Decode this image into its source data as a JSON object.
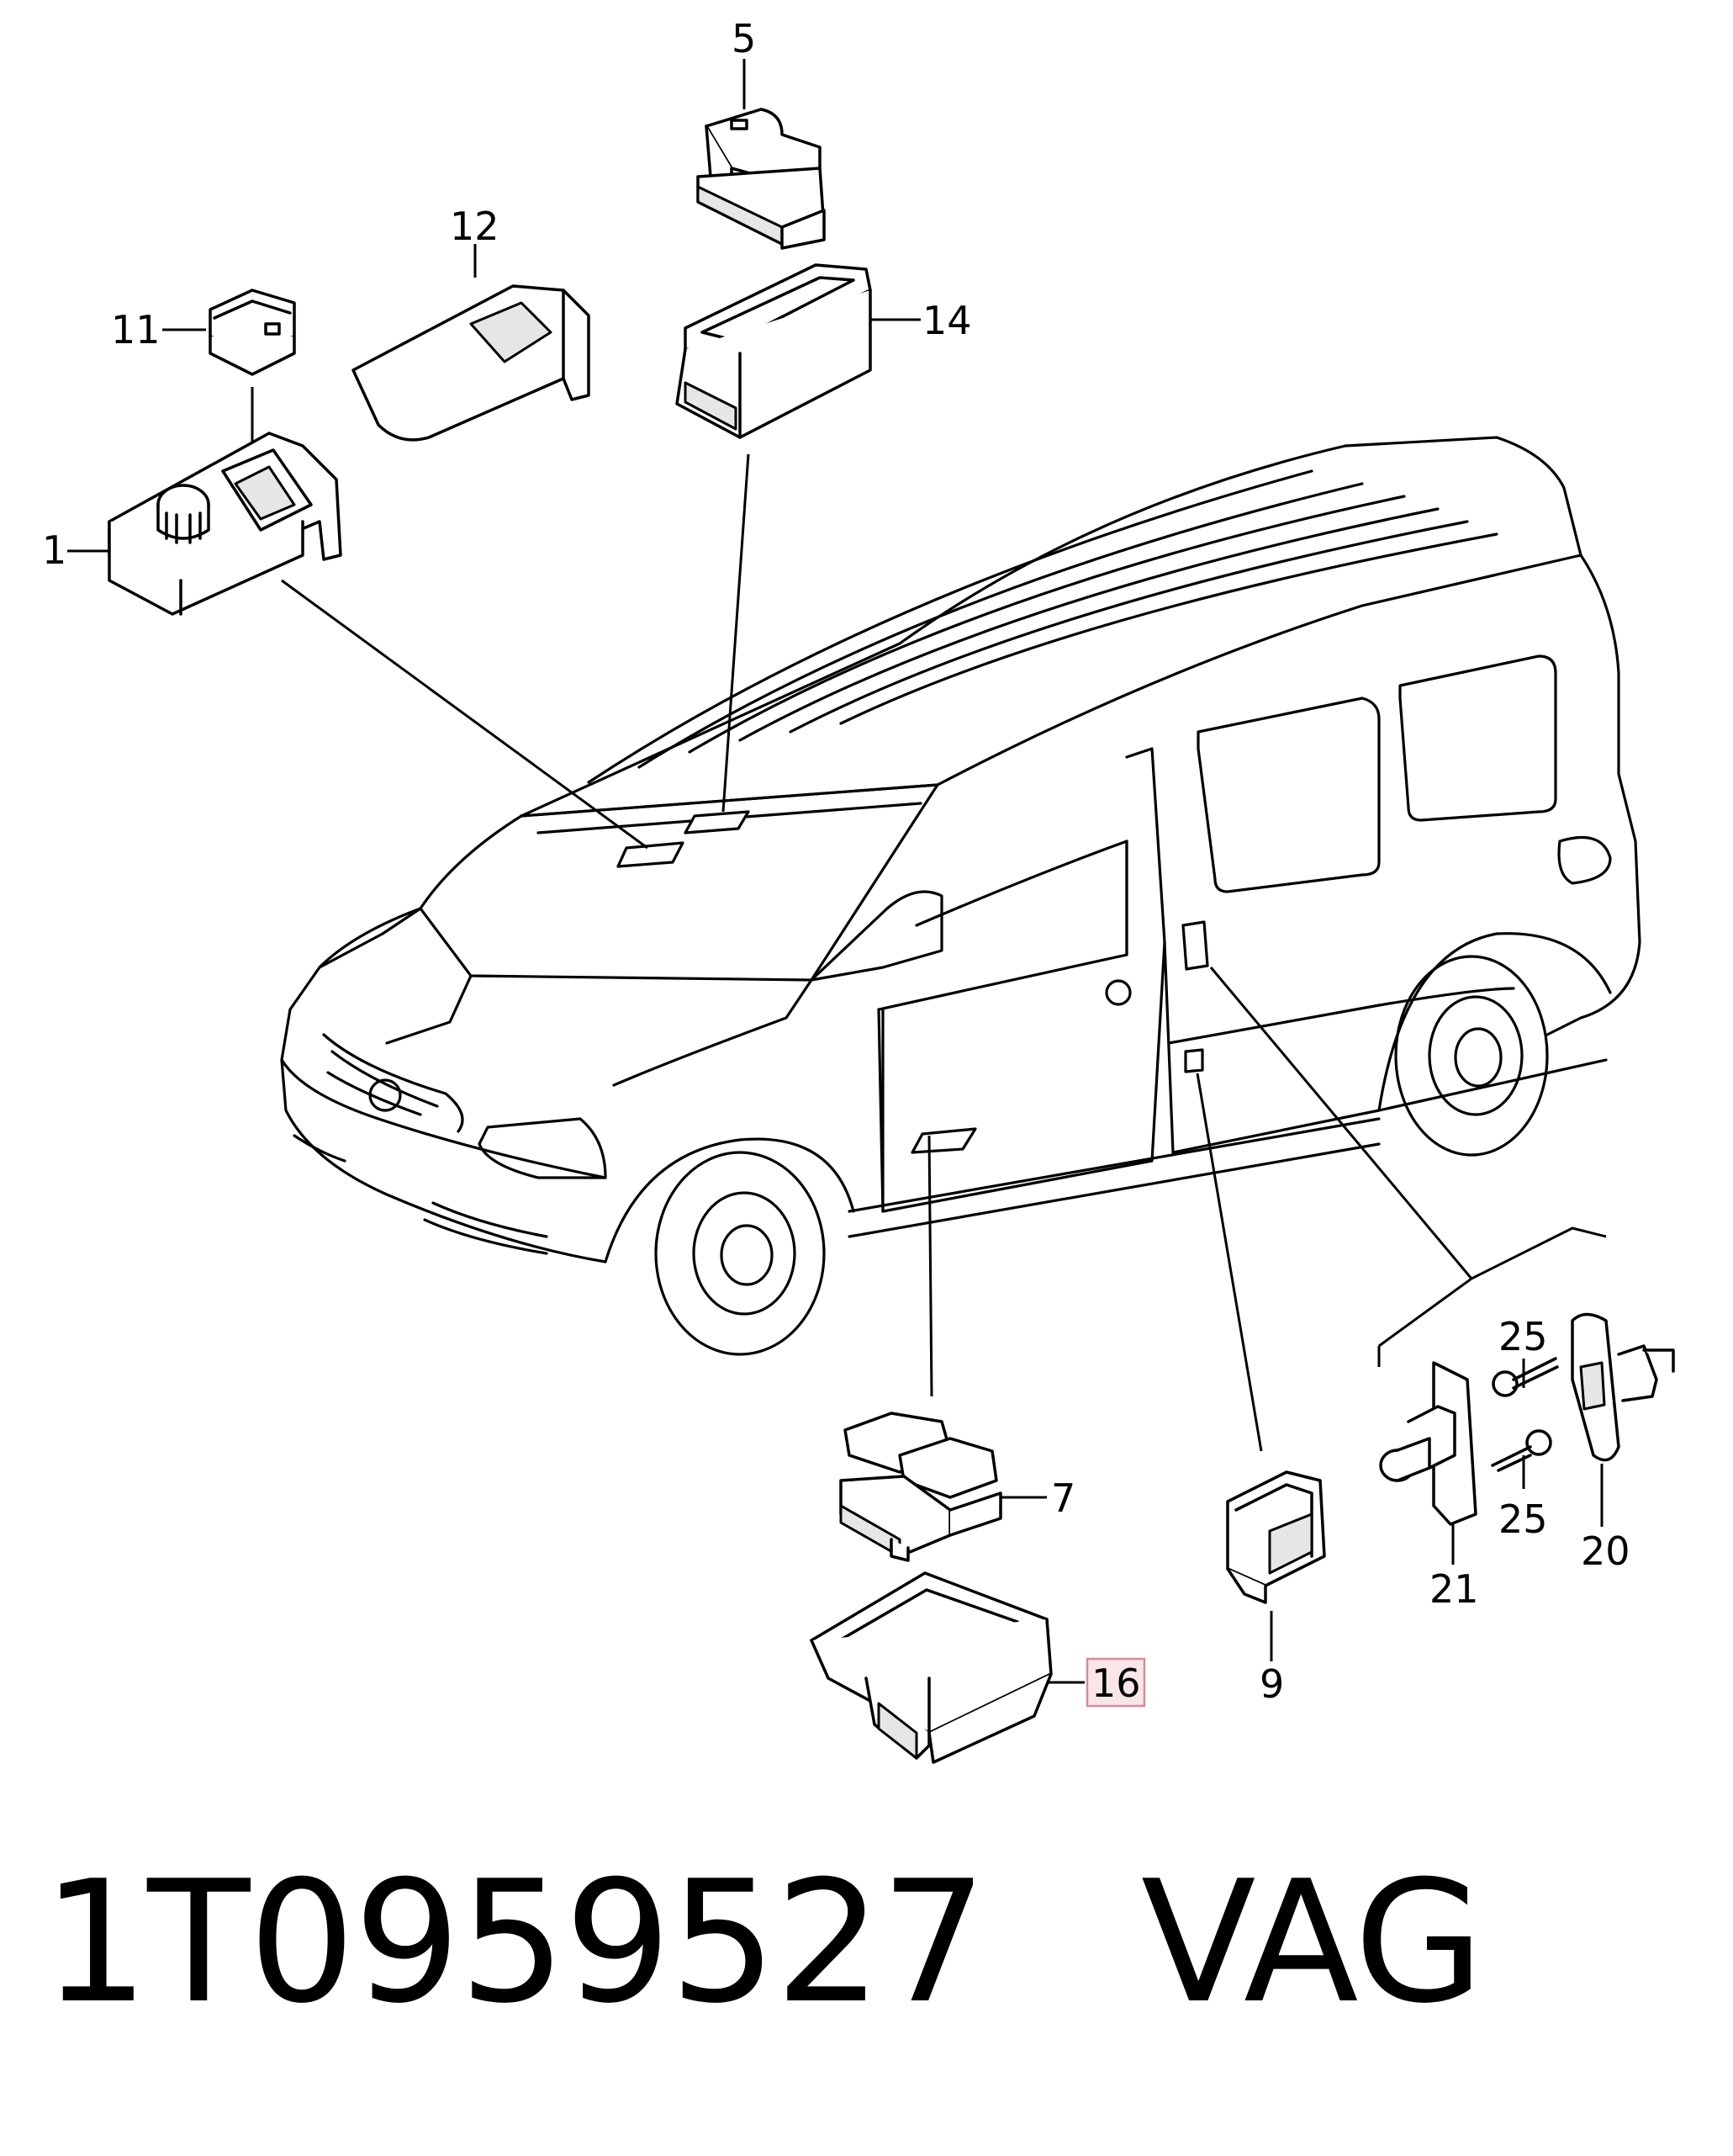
{
  "diagram": {
    "callouts": {
      "c1": "1",
      "c5": "5",
      "c7": "7",
      "c9": "9",
      "c11": "11",
      "c12": "12",
      "c14": "14",
      "c16": "16",
      "c20": "20",
      "c21": "21",
      "c25a": "25",
      "c25b": "25"
    },
    "highlighted_callout": "16",
    "highlight_color": "#f8e6e8"
  },
  "footer": {
    "part_number": "1T0959527",
    "brand": "VAG",
    "text": "1T0959527   VAG"
  }
}
